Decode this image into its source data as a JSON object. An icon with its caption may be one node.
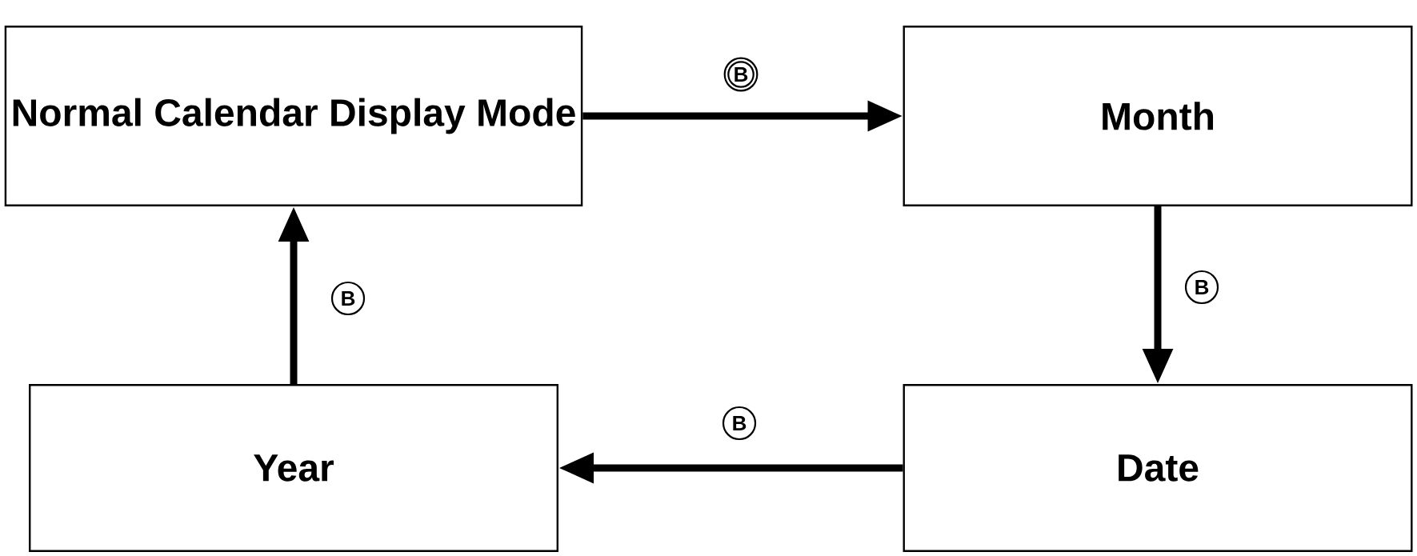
{
  "diagram": {
    "nodes": [
      {
        "text": [
          "Normal Calendar Display Mode"
        ]
      },
      {
        "text": [
          "Month"
        ]
      },
      {
        "text": [
          "Year"
        ]
      },
      {
        "text": [
          "Date"
        ]
      }
    ],
    "edges": [
      {
        "from": 0,
        "to": 1,
        "arrow": "to",
        "label": "B"
      },
      {
        "from": 1,
        "to": 3,
        "arrow": "to",
        "label": "B"
      },
      {
        "from": 3,
        "to": 2,
        "arrow": "to",
        "label": "B"
      },
      {
        "from": 2,
        "to": 0,
        "arrow": "to",
        "label": "B"
      }
    ]
  }
}
